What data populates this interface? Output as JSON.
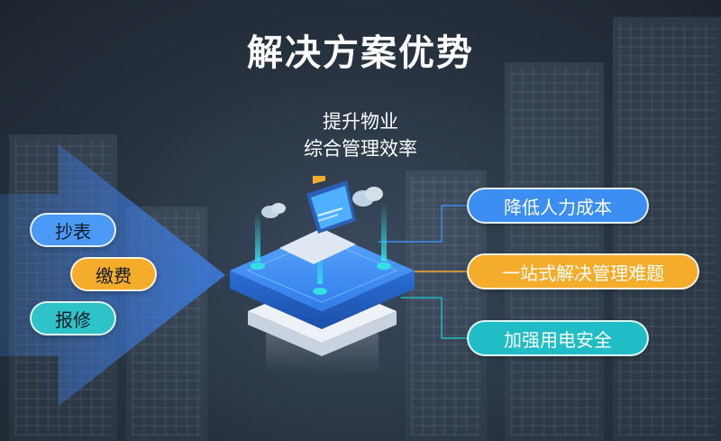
{
  "title": "解决方案优势",
  "subtitle": {
    "line1": "提升物业",
    "line2": "综合管理效率"
  },
  "left_items": [
    {
      "label": "抄表",
      "color": "#4a9af5"
    },
    {
      "label": "缴费",
      "color": "#f5ac2a"
    },
    {
      "label": "报修",
      "color": "#2ec2c9"
    }
  ],
  "right_items": [
    {
      "label": "降低人力成本",
      "color": "#3d8ef2"
    },
    {
      "label": "一站式解决管理难题",
      "color": "#f5ac2a"
    },
    {
      "label": "加强用电安全",
      "color": "#20bdc6"
    }
  ],
  "colors": {
    "arrow": "#3d78d6",
    "platform_top": "#3b8ff5",
    "platform_base": "#e8edf4"
  }
}
